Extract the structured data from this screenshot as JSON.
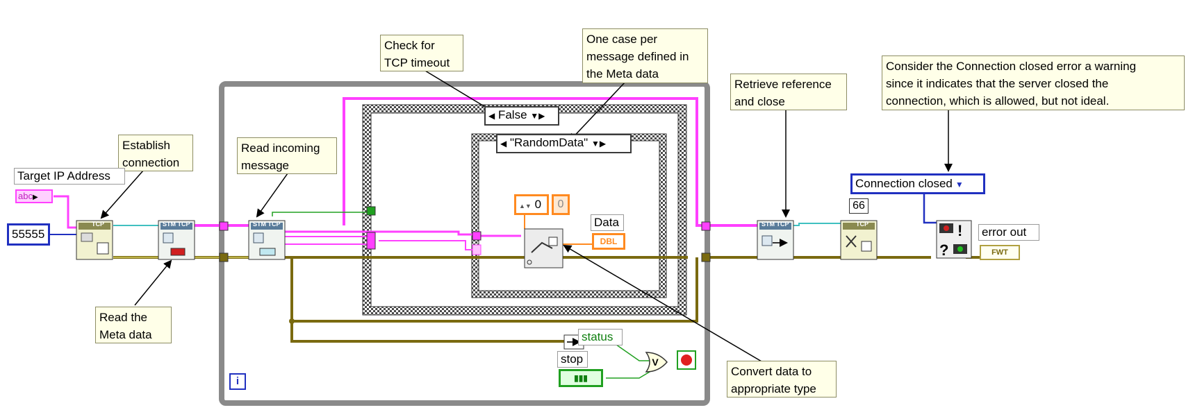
{
  "annotations": {
    "establish": "Establish\nconnection",
    "read_meta": "Read the\nMeta data",
    "read_incoming": "Read incoming\nmessage",
    "check_timeout": "Check for\nTCP timeout",
    "one_case": "One case per\nmessage defined in\nthe Meta data",
    "retrieve_close": "Retrieve reference\nand close",
    "consider": "Consider the Connection closed error a warning\nsince it indicates that the server closed the\nconnection, which is allowed, but not ideal.",
    "convert": "Convert data to\nappropriate type"
  },
  "labels": {
    "target_ip": "Target IP Address",
    "data": "Data",
    "status": "status",
    "stop": "stop",
    "error_out": "error  out"
  },
  "constants": {
    "port": "55555",
    "string_ctrl": "abc",
    "numeric_value": "0",
    "numeric_indicator": "0",
    "data_indicator": "DBL",
    "error_cluster": "FWT",
    "error_code": "66",
    "connection_closed": "Connection closed",
    "case_false": "False",
    "case_random": "\"RandomData\"",
    "loop_index": "i",
    "or_gate": "V"
  },
  "icons": {
    "tcp_open": "TCP",
    "tcp_read_meta": "STM TCP",
    "tcp_read_msg": "STM TCP",
    "tcp_close_ref": "STM TCP",
    "tcp_close": "TCP"
  },
  "colors": {
    "string_wire": "#ff40ff",
    "error_wire": "#7a6a10",
    "ref_wire": "#40c0c0",
    "bool_wire": "#20a020",
    "numeric_wire": "#ff8a20",
    "blue_wire": "#2030c0",
    "note_bg": "#ffffe8",
    "loop_border": "#888888"
  }
}
